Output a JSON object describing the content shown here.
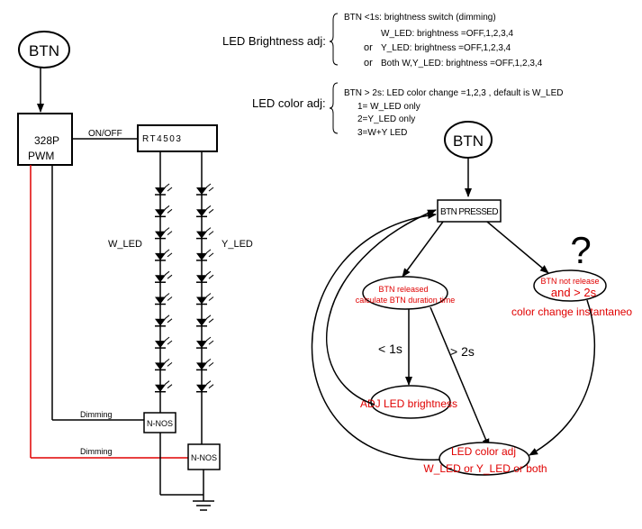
{
  "left": {
    "btn": "BTN",
    "mcu_line1": "328P",
    "mcu_line2": "PWM",
    "onoff": "ON/OFF",
    "driver": "RT4503",
    "w_led": "W_LED",
    "y_led": "Y_LED",
    "dimming1": "Dimming",
    "dimming2": "Dimming",
    "nmos1": "N-NOS",
    "nmos2": "N-NOS"
  },
  "notes": {
    "brightness_title": "LED Brightness adj:",
    "brightness_lines": [
      "BTN <1s: brightness switch (dimming)",
      "W_LED: brightness =OFF,1,2,3,4",
      "Y_LED: brightness =OFF,1,2,3,4",
      "Both W,Y_LED: brightness =OFF,1,2,3,4"
    ],
    "or1": "or",
    "or2": "or",
    "color_title": "LED color adj:",
    "color_lines": [
      "BTN > 2s: LED color change =1,2,3 , default is W_LED",
      "1= W_LED only",
      "2=Y_LED only",
      "3=W+Y LED"
    ]
  },
  "flow": {
    "btn": "BTN",
    "pressed": "BTN PRESSED",
    "released_line1": "BTN released",
    "released_line2": "calculate BTN duration time",
    "not_release_line1": "BTN not release",
    "not_release_line2": "and > 2s",
    "question": "?",
    "instant": "color change instantaneo",
    "lt1s": "< 1s",
    "gt2s": "> 2s",
    "adj_brightness": "ADJ LED brightness",
    "color_adj_line1": "LED color adj",
    "color_adj_line2": "W_LED or Y_LED or both"
  },
  "colors": {
    "ink": "#000000",
    "accent": "#e00000"
  }
}
